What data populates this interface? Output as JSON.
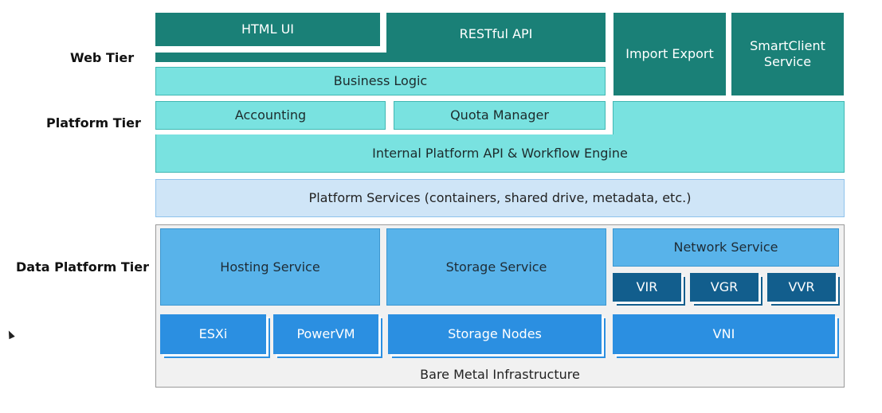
{
  "tiers": {
    "web": "Web Tier",
    "platform": "Platform Tier",
    "data_platform": "Data Platform Tier"
  },
  "web_tier": {
    "html_ui": "HTML UI",
    "restful_api": "RESTful API",
    "import_export": "Import Export",
    "smartclient_service": "SmartClient\nService",
    "business_logic": "Business Logic"
  },
  "platform_tier": {
    "accounting": "Accounting",
    "quota_manager": "Quota Manager",
    "internal_platform_api": "Internal Platform API & Workflow Engine",
    "platform_services": "Platform Services (containers, shared drive, metadata, etc.)"
  },
  "data_platform_tier": {
    "hosting_service": "Hosting Service",
    "storage_service": "Storage Service",
    "network_service": "Network Service",
    "vir": "VIR",
    "vgr": "VGR",
    "vvr": "VVR",
    "esxi": "ESXi",
    "powervm": "PowerVM",
    "storage_nodes": "Storage Nodes",
    "vni": "VNI",
    "bare_metal": "Bare Metal Infrastructure"
  },
  "colors": {
    "dark_teal": "#1a8077",
    "light_teal": "#79e2e0",
    "pale_blue": "#cfe5f7",
    "sky_blue": "#58b3ea",
    "blue": "#2b8fe1",
    "navy": "#125e8d"
  }
}
